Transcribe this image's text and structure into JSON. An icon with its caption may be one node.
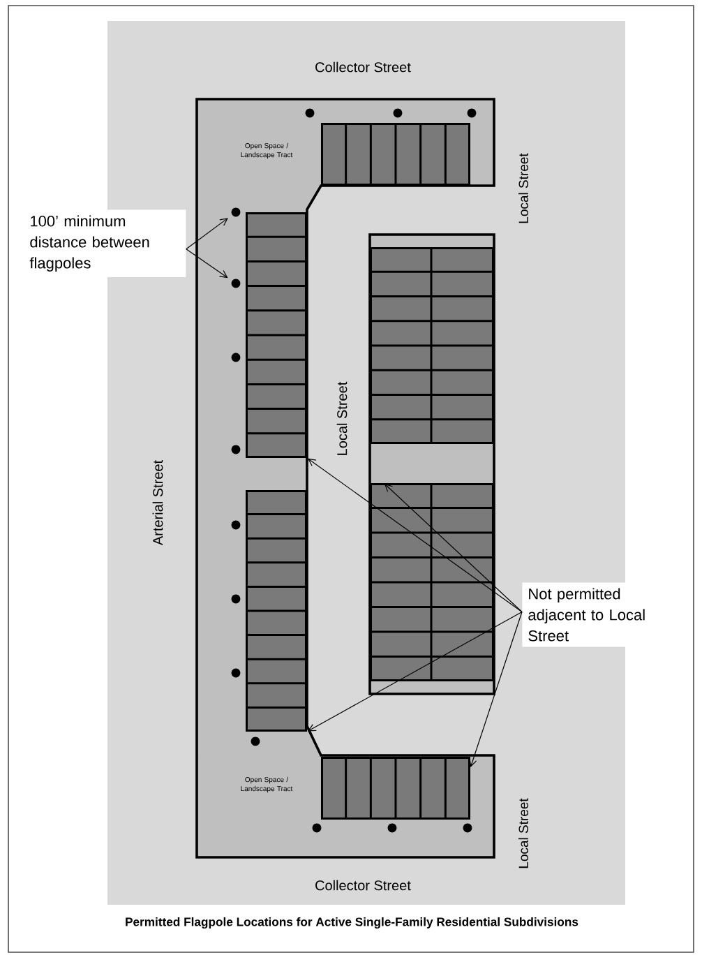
{
  "diagram": {
    "caption": "Permitted Flagpole Locations for Active Single-Family Residential Subdivisions",
    "nodes": [
      {
        "text": [
          "100’ minimum distance between flagpoles"
        ]
      },
      {
        "text": [],
        "shape": "circle"
      },
      {
        "text": [],
        "shape": "circle"
      },
      {
        "text": [
          "Not permitted adjacent to Local Street"
        ]
      },
      {
        "text": [],
        "shape": "box"
      },
      {
        "text": [],
        "shape": "box"
      },
      {
        "text": [],
        "shape": "box"
      },
      {
        "text": [],
        "shape": "box"
      },
      {
        "text": [],
        "shape": "box"
      },
      {
        "text": [],
        "shape": "box"
      }
    ],
    "edges": [
      {
        "from": 0,
        "to": 1,
        "arrow": "to"
      },
      {
        "from": 0,
        "to": 2,
        "arrow": "to"
      },
      {
        "from": 3,
        "to": 4,
        "arrow": "to"
      },
      {
        "from": 3,
        "to": 5,
        "arrow": "to"
      },
      {
        "from": 3,
        "to": 6,
        "arrow": "to"
      },
      {
        "from": 3,
        "to": 7,
        "arrow": "to"
      }
    ],
    "labels": [
      "Collector Street",
      "Open Space / Landscape Tract",
      "Local Street",
      "Local Street",
      "Arterial Street",
      "Open Space / Landscape Tract",
      "Local Street",
      "Collector Street"
    ]
  }
}
